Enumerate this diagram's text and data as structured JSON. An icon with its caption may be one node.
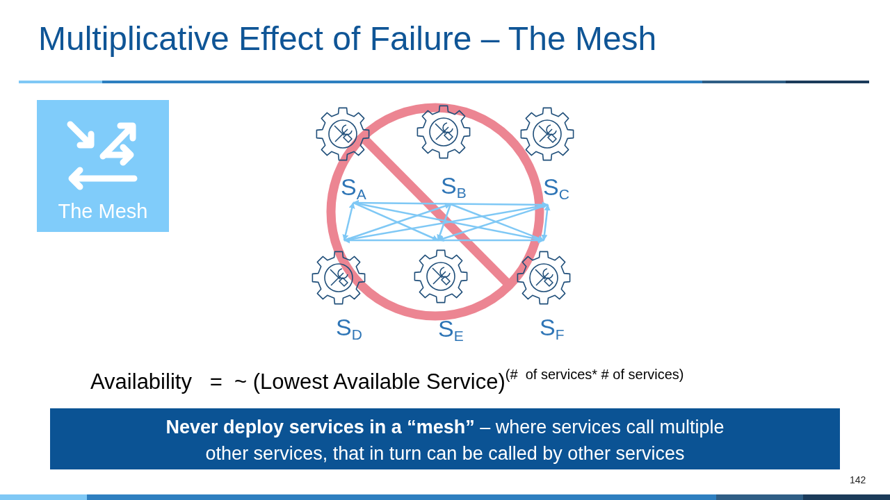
{
  "diagram": {
    "title": "Multiplicative Effect of Failure – The Mesh",
    "nodes": [
      {
        "text": [
          "The Mesh"
        ]
      },
      {
        "text": [
          "S$_{A}$"
        ]
      },
      {
        "text": [
          "S$_{B}$"
        ]
      },
      {
        "text": [
          "S$_{C}$"
        ]
      },
      {
        "text": [
          "S$_{D}$"
        ]
      },
      {
        "text": [
          "S$_{E}$"
        ]
      },
      {
        "text": [
          "S$_{F}$"
        ]
      },
      {
        "text": [
          "**Never deploy services in a “mesh”** – where services call multiple other services, that in turn can be called by other services"
        ]
      }
    ],
    "edges": [
      {
        "from": 1,
        "to": 3,
        "arrow": "both"
      },
      {
        "from": 4,
        "to": 6,
        "arrow": "both"
      },
      {
        "from": 4,
        "to": 1,
        "arrow": "both"
      },
      {
        "from": 3,
        "to": 6,
        "arrow": "both"
      },
      {
        "from": 1,
        "to": 5,
        "arrow": "to"
      },
      {
        "from": 1,
        "to": 6,
        "arrow": "to"
      },
      {
        "from": 4,
        "to": 2,
        "arrow": "to"
      },
      {
        "from": 4,
        "to": 3,
        "arrow": "to"
      },
      {
        "from": 2,
        "to": 5,
        "arrow": "to"
      },
      {
        "from": 2,
        "to": 6,
        "arrow": "to"
      },
      {
        "from": 3,
        "to": 5,
        "arrow": "to"
      }
    ],
    "labels": [
      "Availability   =  ~ (Lowest Available Service)$^{(#  of services* # of services)}$",
      "142"
    ]
  }
}
